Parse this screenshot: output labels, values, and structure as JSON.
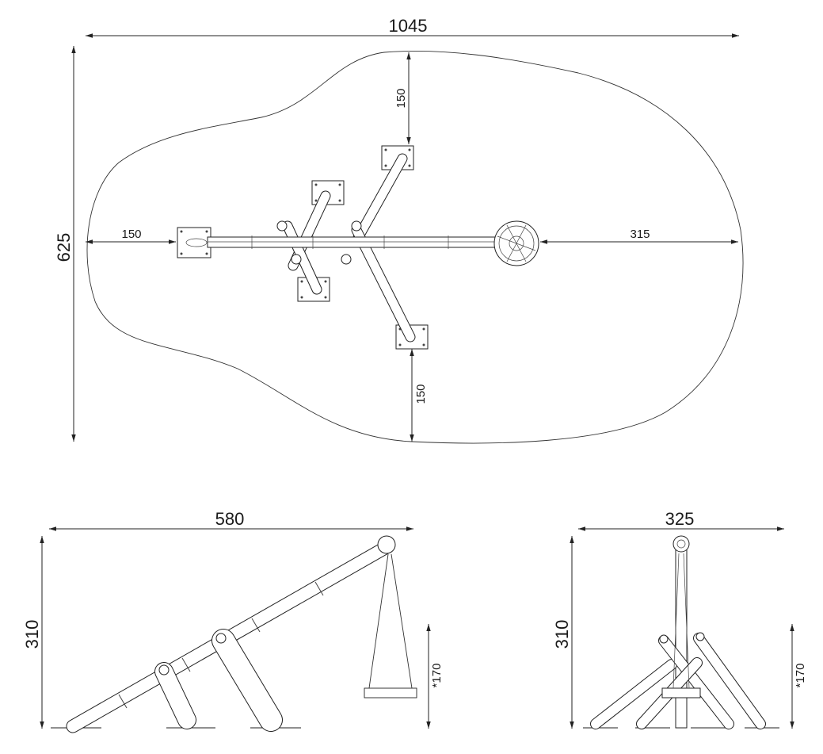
{
  "plan_view": {
    "overall_width": "1045",
    "overall_depth": "625",
    "clearance_left": "150",
    "clearance_right": "315",
    "clearance_top": "150",
    "clearance_bottom": "150"
  },
  "side_view": {
    "width": "580",
    "height": "310",
    "seat_height": "*170"
  },
  "front_view": {
    "width": "325",
    "height": "310",
    "seat_height": "*170"
  }
}
